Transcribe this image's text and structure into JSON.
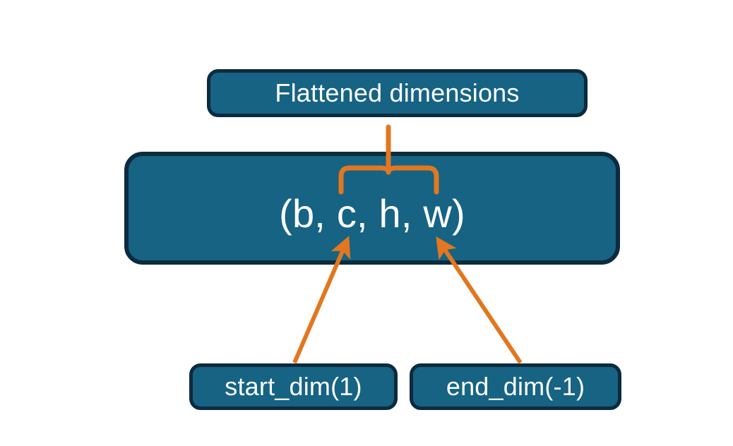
{
  "diagram": {
    "title_node": {
      "label": "Flattened dimensions"
    },
    "shape_node": {
      "label": "(b, c, h, w)"
    },
    "start_dim_node": {
      "label": "start_dim(1)"
    },
    "end_dim_node": {
      "label": "end_dim(-1)"
    },
    "colors": {
      "node_fill": "#166384",
      "node_border": "#0d2b3e",
      "node_text": "#ffffff",
      "connector": "#E2771F",
      "background": "#ffffff"
    },
    "connectors": [
      {
        "name": "brace-to-flattened",
        "type": "curly-brace",
        "from": "shape_node",
        "to": "title_node",
        "covers": "c, h, w"
      },
      {
        "name": "arrow-start-dim",
        "type": "arrow",
        "from": "start_dim_node",
        "to": "shape_node",
        "points_at": "c"
      },
      {
        "name": "arrow-end-dim",
        "type": "arrow",
        "from": "end_dim_node",
        "to": "shape_node",
        "points_at": "w"
      }
    ]
  }
}
